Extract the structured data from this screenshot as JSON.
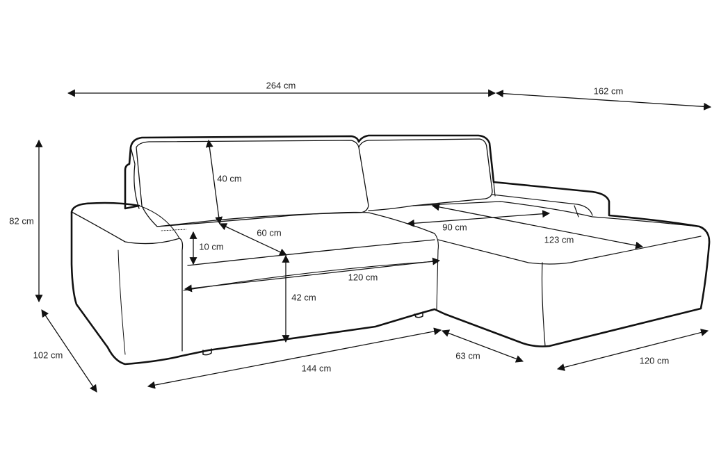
{
  "colors": {
    "outline": "#111111",
    "thin_line": "#555555",
    "arrow": "#111111",
    "text": "#222222"
  },
  "dimensions": {
    "total_width": "264 cm",
    "chaise_depth": "162 cm",
    "height": "82 cm",
    "backrest_height": "40 cm",
    "seat_depth": "60 cm",
    "cushion_thickness": "10 cm",
    "seat_width": "120 cm",
    "seat_height": "42 cm",
    "depth": "102 cm",
    "front_width": "144 cm",
    "chaise_offset": "63 cm",
    "chaise_front": "120 cm",
    "chaise_seat_width": "90 cm",
    "chaise_seat_length": "123 cm"
  }
}
